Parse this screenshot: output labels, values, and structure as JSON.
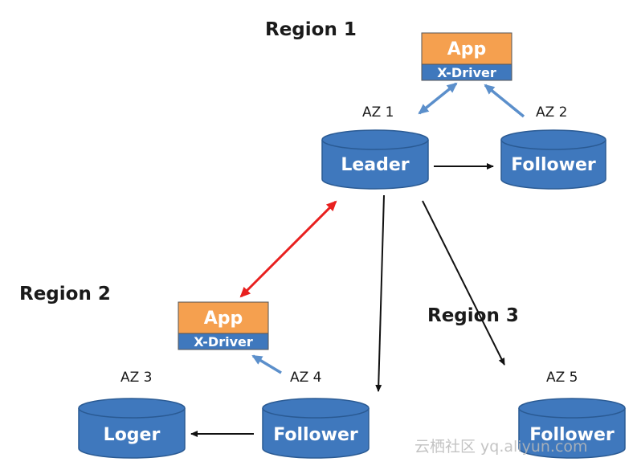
{
  "regions": {
    "region1": "Region 1",
    "region2": "Region 2",
    "region3": "Region 3"
  },
  "azs": {
    "az1": "AZ 1",
    "az2": "AZ 2",
    "az3": "AZ 3",
    "az4": "AZ 4",
    "az5": "AZ 5"
  },
  "nodes": {
    "leader": "Leader",
    "follower_az2": "Follower",
    "follower_az4": "Follower",
    "follower_az5": "Follower",
    "loger": "Loger"
  },
  "apps": {
    "app1": {
      "name": "App",
      "driver": "X-Driver"
    },
    "app2": {
      "name": "App",
      "driver": "X-Driver"
    }
  },
  "watermark": "云栖社区 yq.aliyun.com",
  "colors": {
    "db_fill": "#3f78bd",
    "db_stroke": "#2a5a93",
    "app_fill": "#f5a04f",
    "driver_fill": "#3f78bd",
    "blue_arrow": "#5b8fcb",
    "red_arrow": "#e8201f",
    "black_arrow": "#111111"
  }
}
